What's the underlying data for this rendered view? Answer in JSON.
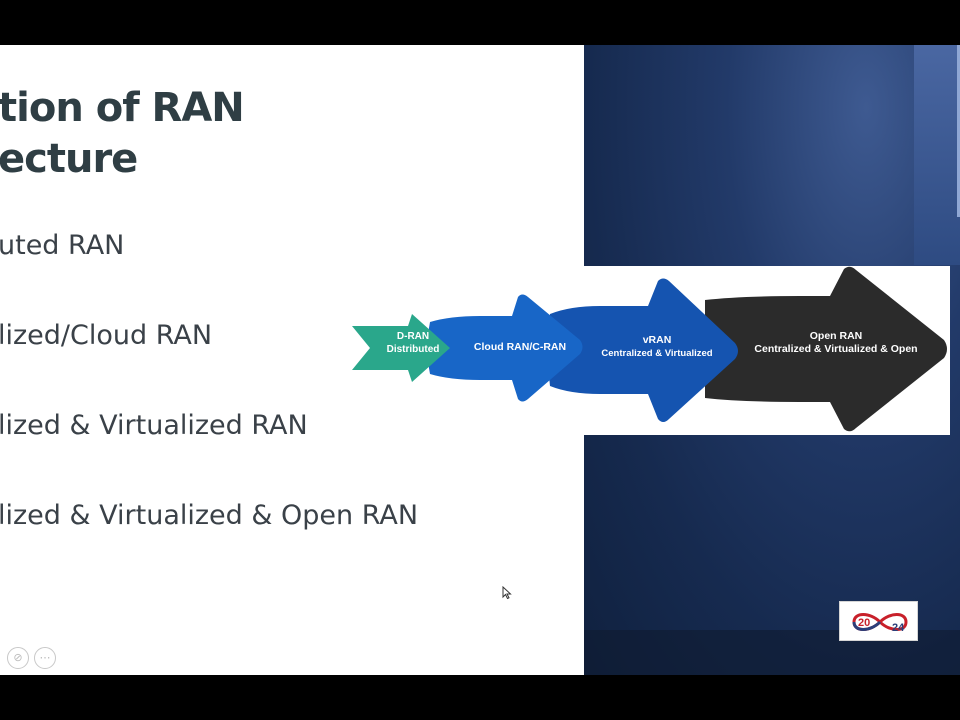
{
  "slide": {
    "title_lines": [
      "tion of RAN",
      "ecture"
    ],
    "bullets": [
      "uted RAN",
      "lized/Cloud RAN",
      "lized & Virtualized RAN",
      "lized & Virtualized & Open RAN"
    ]
  },
  "diagram": {
    "stages": [
      {
        "line1": "D-RAN",
        "line2": "Distributed",
        "color": "#2aa78b"
      },
      {
        "line1": "Cloud RAN/C-RAN",
        "line2": "",
        "color": "#1866c7"
      },
      {
        "line1": "vRAN",
        "line2": "Centralized & Virtualized",
        "color": "#1554b0"
      },
      {
        "line1": "Open RAN",
        "line2": "Centralized & Virtualized & Open",
        "color": "#2b2b2b"
      }
    ]
  },
  "logo": {
    "left": "20",
    "right": "24"
  },
  "colors": {
    "slide_bg": "#ffffff",
    "panel_bg": "#1b2f57",
    "title": "#2f3e44",
    "text": "#3a4148"
  },
  "icons": [
    "mouse-pointer-icon",
    "slide-control-icon",
    "logo-icon"
  ]
}
